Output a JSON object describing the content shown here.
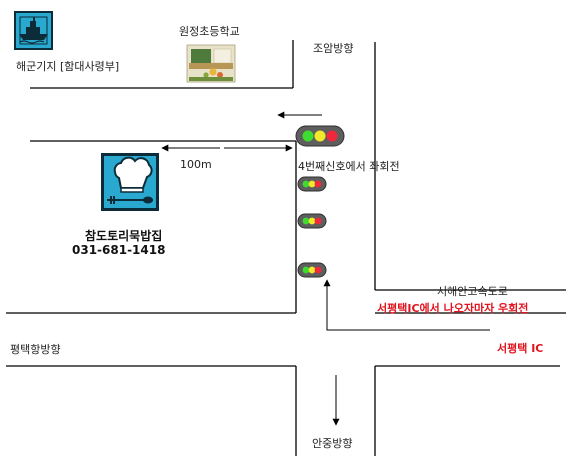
{
  "landmarks": {
    "naval_base": "해군기지 [함대사령부]",
    "school": "원정초등학교",
    "restaurant_name": "참도토리묵밥집",
    "restaurant_phone": "031-681-1418"
  },
  "directions": {
    "north": "조암방향",
    "west": "평택항방향",
    "south": "안중방향"
  },
  "annotations": {
    "distance": "100m",
    "signal_note": "4번째신호에서 좌회전",
    "highway": "서해안고속도로",
    "highway_exit_note": "서평택IC에서 나오자마자 우회전",
    "ic_name": "서평택 IC"
  },
  "colors": {
    "road_line": "#000000",
    "icon_bg": "#29a9cf",
    "icon_border": "#0d2c3a",
    "highlight_text": "#e0141e",
    "signal_housing": "#5e5e5e",
    "light_green": "#3edc2f",
    "light_yellow": "#f1ea2b",
    "light_red": "#f2283c"
  },
  "icons": [
    "ship-icon",
    "school-photo",
    "restaurant-chef-icon",
    "traffic-signal-icon"
  ]
}
